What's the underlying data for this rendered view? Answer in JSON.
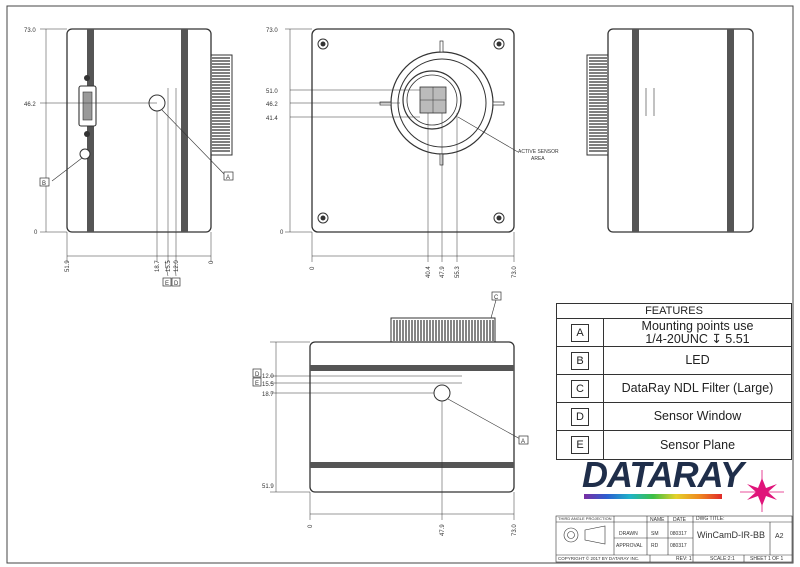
{
  "front_view": {
    "height_top": "73.0",
    "led_height": "46.2",
    "height_bottom": "0",
    "x_dims": [
      "51.9",
      "18.7",
      "15.5",
      "12.0",
      "0"
    ],
    "callouts": {
      "mount": "A",
      "led": "B",
      "window": "D",
      "plane": "E"
    }
  },
  "sensor_view": {
    "height_top": "73.0",
    "y_dims": [
      "51.0",
      "46.2",
      "41.4"
    ],
    "height_bottom": "0",
    "x_dims": [
      "0",
      "40.4",
      "47.9",
      "55.3",
      "73.0"
    ],
    "sensor_label_line1": "ACTIVE SENSOR",
    "sensor_label_line2": "AREA"
  },
  "bottom_view": {
    "y_dims": [
      "12.0",
      "15.5",
      "18.7",
      "51.9"
    ],
    "x_dims": [
      "0",
      "47.9",
      "73.0"
    ],
    "callouts": {
      "window": "D",
      "plane": "E",
      "mount": "A",
      "filter": "C"
    }
  },
  "features": {
    "title": "FEATURES",
    "rows": [
      {
        "letter": "A",
        "line1": "Mounting points use",
        "line2": "1/4-20UNC ↧ 5.51"
      },
      {
        "letter": "B",
        "line1": "LED",
        "line2": ""
      },
      {
        "letter": "C",
        "line1": "DataRay NDL Filter (Large)",
        "line2": ""
      },
      {
        "letter": "D",
        "line1": "Sensor Window",
        "line2": ""
      },
      {
        "letter": "E",
        "line1": "Sensor Plane",
        "line2": ""
      }
    ]
  },
  "logo": {
    "text": "DATARAY"
  },
  "title_block": {
    "projection": "THIRD ANGLE PROJECTION",
    "name_hdr": "NAME",
    "date_hdr": "DATE",
    "dwg_title_hdr": "DWG TITLE:",
    "drawn_label": "DRAWN",
    "drawn_name": "SM",
    "drawn_date": "080317",
    "approval_label": "APPROVAL",
    "approval_name": "RD",
    "approval_date": "080317",
    "dwg_title": "WinCamD-IR-BB",
    "size": "A2",
    "copyright": "COPYRIGHT © 2017 BY DATARAY INC.",
    "rev": "REV:  1",
    "scale": "SCALE:2:1",
    "sheet": "SHEET 1 OF 1"
  },
  "colors": {
    "line": "#333333",
    "accent": "#e0147a"
  }
}
